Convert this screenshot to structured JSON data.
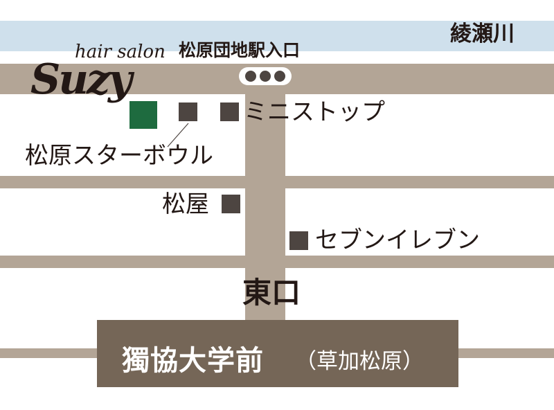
{
  "river": {
    "name": "綾瀬川"
  },
  "bus_stop": {
    "label": "松原団地駅入口"
  },
  "salon": {
    "tagline": "hair salon",
    "name": "Suzy",
    "marker_color": "#1e6b3f"
  },
  "landmarks": {
    "bowling": "松原スターボウル",
    "ministop": "ミニストップ",
    "matsuya": "松屋",
    "seven_eleven": "セブンイレブン"
  },
  "exit": {
    "label": "東口"
  },
  "station": {
    "name": "獨協大学前",
    "subname": "（草加松原）"
  },
  "colors": {
    "road": "#b3a596",
    "river": "#cfe0ec",
    "station_box": "#756657",
    "marker": "#4d4541",
    "text": "#231815"
  }
}
